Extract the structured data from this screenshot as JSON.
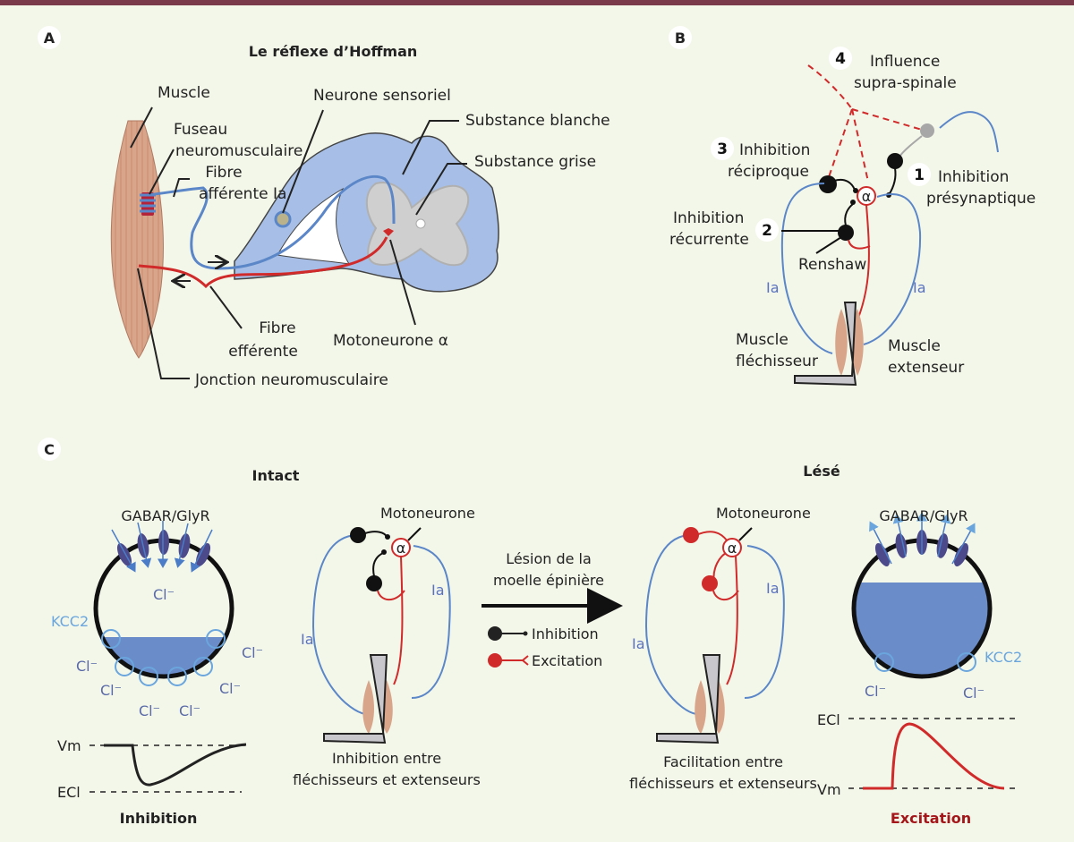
{
  "colors": {
    "background": "#f3f7e9",
    "frame_bar": "#7a3a4a",
    "afferent_blue": "#5b86c8",
    "efferent_red": "#d12a2a",
    "spinal_white_matter": "#a7bfe6",
    "spinal_grey_matter": "#cfcfcf",
    "muscle": "#d9a58a",
    "receptor_purple": "#4c4a8a",
    "chloride_fill": "#6a8cc8",
    "excitation_red": "#a4161a"
  },
  "panel_a": {
    "letter": "A",
    "title": "Le réflexe d’Hoffman",
    "labels": {
      "muscle": "Muscle",
      "fuseau_1": "Fuseau",
      "fuseau_2": "neuromusculaire",
      "afferent_1": "Fibre",
      "afferent_2": "afférente Ia",
      "sensory_neuron": "Neurone sensoriel",
      "white_matter": "Substance blanche",
      "grey_matter": "Substance grise",
      "efferent_1": "Fibre",
      "efferent_2": "efférente",
      "motoneuron": "Motoneurone α",
      "nmj": "Jonction neuromusculaire"
    }
  },
  "panel_b": {
    "letter": "B",
    "items": [
      {
        "num": "1",
        "line1": "Inhibition",
        "line2": "présynaptique"
      },
      {
        "num": "2",
        "line1": "Inhibition",
        "line2": "récurrente"
      },
      {
        "num": "3",
        "line1": "Inhibition",
        "line2": "réciproque"
      },
      {
        "num": "4",
        "line1": "Influence",
        "line2": "supra-spinale"
      }
    ],
    "renshaw": "Renshaw",
    "alpha": "α",
    "ia_left": "Ia",
    "ia_right": "Ia",
    "flexor_1": "Muscle",
    "flexor_2": "fléchisseur",
    "extensor_1": "Muscle",
    "extensor_2": "extenseur"
  },
  "panel_c": {
    "letter": "C",
    "intact": {
      "title": "Intact",
      "receptor": "GABAR/GlyR",
      "cl_inside": "Cl⁻",
      "kcc2": "KCC2",
      "cl_out": [
        "Cl⁻",
        "Cl⁻",
        "Cl⁻",
        "Cl⁻",
        "Cl⁻",
        "Cl⁻"
      ],
      "motoneuron": "Motoneurone",
      "alpha": "α",
      "ia_left": "Ia",
      "ia_right": "Ia",
      "caption_1": "Inhibition entre",
      "caption_2": "fléchisseurs et extenseurs",
      "trace_vm": "Vm",
      "trace_ecl": "ECl",
      "trace_title": "Inhibition"
    },
    "arrow_label_1": "Lésion de la",
    "arrow_label_2": "moelle épinière",
    "legend": [
      {
        "label": "Inhibition",
        "color": "#222222"
      },
      {
        "label": "Excitation",
        "color": "#d12a2a"
      }
    ],
    "lese": {
      "title": "Lésé",
      "receptor": "GABAR/GlyR",
      "kcc2": "KCC2",
      "cl_out": [
        "Cl⁻",
        "Cl⁻"
      ],
      "motoneuron": "Motoneurone",
      "alpha": "α",
      "ia_left": "Ia",
      "ia_right": "Ia",
      "caption_1": "Facilitation entre",
      "caption_2": "fléchisseurs et extenseurs",
      "trace_vm": "Vm",
      "trace_ecl": "ECl",
      "trace_title": "Excitation"
    }
  }
}
